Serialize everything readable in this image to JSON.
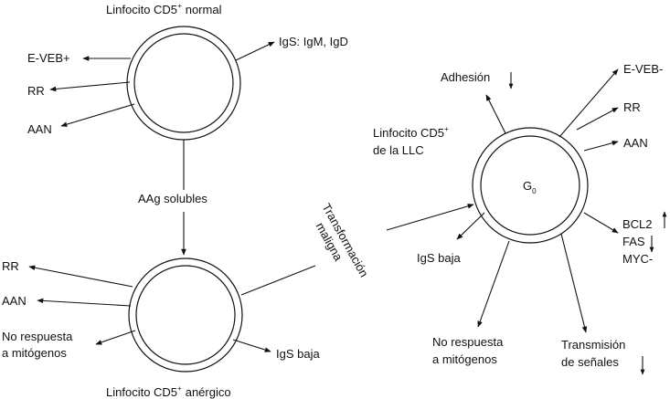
{
  "cell_normal": {
    "title": "Linfocito CD5",
    "title_sup": "+",
    "title_suffix": "normal",
    "outputs": {
      "igs": "IgS: IgM, IgD",
      "eveb": "E-VEB+",
      "rr": "RR",
      "aan": "AAN"
    }
  },
  "link": {
    "aag": "AAg solubles"
  },
  "cell_anergic": {
    "title": "Linfocito CD5",
    "title_sup": "+",
    "title_suffix": "anérgico",
    "outputs": {
      "rr": "RR",
      "aan": "AAN",
      "no_resp_1": "No respuesta",
      "no_resp_2": "a mitógenos",
      "igs_baja": "IgS baja"
    }
  },
  "transformation": {
    "line1": "Transformación",
    "line2": "maligna"
  },
  "cell_llc": {
    "title_1": "Linfocito CD5",
    "title_sup": "+",
    "title_2": "de la LLC",
    "center": "G",
    "center_sub": "0",
    "outputs": {
      "adhesion": "Adhesión",
      "eveb": "E-VEB-",
      "rr": "RR",
      "aan": "AAN",
      "bcl2": "BCL2",
      "fas": "FAS",
      "myc": "MYC-",
      "igs_baja": "IgS baja",
      "no_resp_1": "No respuesta",
      "no_resp_2": "a mitógenos",
      "trans_1": "Transmisión",
      "trans_2": "de señales"
    }
  }
}
